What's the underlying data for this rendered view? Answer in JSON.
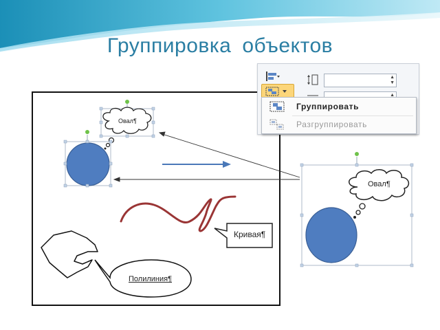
{
  "slide": {
    "title_word1": "Группировка",
    "title_word2": "объектов"
  },
  "canvas": {
    "small_callout_label": "Овал¶",
    "curve_label": "Кривая¶",
    "polyline_label": "Полилиния¶"
  },
  "grouped": {
    "callout_label": "Овал¶"
  },
  "ribbon": {
    "menu": {
      "group_label": "Группировать",
      "ungroup_label": "Разгруппировать"
    }
  },
  "colors": {
    "title": "#2a7ea3",
    "oval_fill": "#4f7dc0",
    "oval_stroke": "#3a5f95",
    "curve": "#9a3535",
    "arrow_blue": "#4a78b8",
    "handle_green": "#6fc24a",
    "selection_handle": "#c3d3e6"
  },
  "icons": [
    "align-icon",
    "group-icon",
    "ungroup-icon",
    "height-icon",
    "width-icon",
    "dropdown-arrow-icon"
  ]
}
